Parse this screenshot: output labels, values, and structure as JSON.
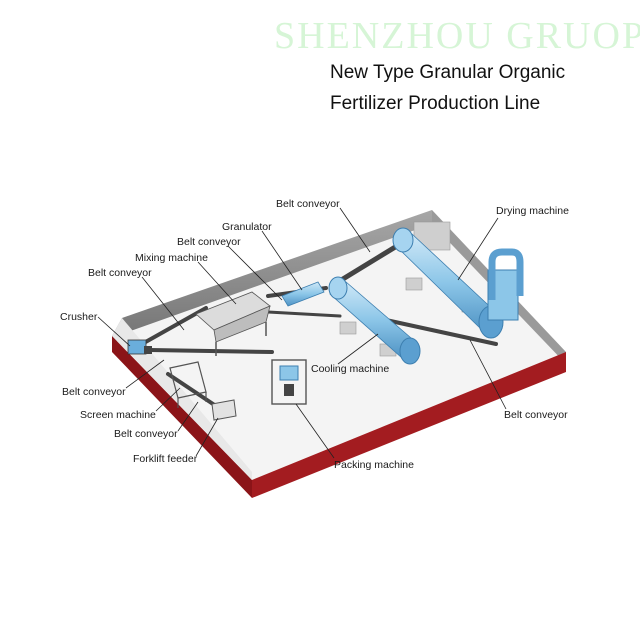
{
  "watermark": "SHENZHOU GRUOP",
  "title": {
    "line1": "New Type Granular Organic",
    "line2": "Fertilizer Production Line"
  },
  "labels": {
    "belt_conveyor_top": "Belt conveyor",
    "drying_machine": "Drying machine",
    "granulator": "Granulator",
    "belt_conveyor_upper": "Belt conveyor",
    "mixing_machine": "Mixing machine",
    "belt_conveyor_left": "Belt conveyor",
    "crusher": "Crusher",
    "cooling_machine": "Cooling machine",
    "belt_conveyor_lower_left": "Belt conveyor",
    "screen_machine": "Screen machine",
    "belt_conveyor_bottom": "Belt conveyor",
    "forklift_feeder": "Forklift feeder",
    "packing_machine": "Packing machine",
    "belt_conveyor_right": "Belt conveyor"
  },
  "colors": {
    "floor": "#f4f4f4",
    "wall": "#8a8a8a",
    "base_front": "#8b1418",
    "base_side": "#a31c20",
    "machine": "#8cc6e8",
    "frame": "#555555"
  }
}
